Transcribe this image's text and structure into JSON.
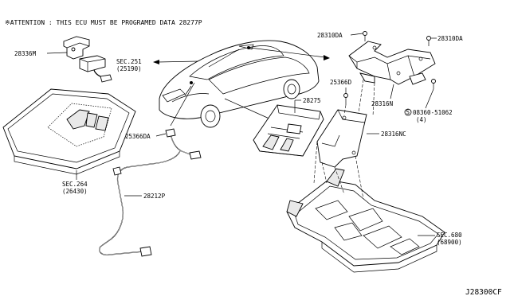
{
  "attention": {
    "text": "※ATTENTION : THIS ECU MUST BE PROGRAMED DATA 28277P"
  },
  "labels": {
    "p28336m": "28336M",
    "sec251": "SEC.251",
    "sec251_sub": "(25190)",
    "sec264": "SEC.264",
    "sec264_sub": "(26430)",
    "p25366da": "25366DA",
    "p28212p": "28212P",
    "p28275": "28275",
    "p25366d": "25366D",
    "p28316nc": "28316NC",
    "p28310da_left": "28310DA",
    "p28310da_right": "28310DA",
    "p28316n": "28316N",
    "p08360": "08360-51062",
    "p08360_qty": "(4)",
    "p08360_symbol": "S",
    "sec680": "SEC.680",
    "sec680_sub": "(68900)",
    "diagram_code": "J28300CF"
  }
}
